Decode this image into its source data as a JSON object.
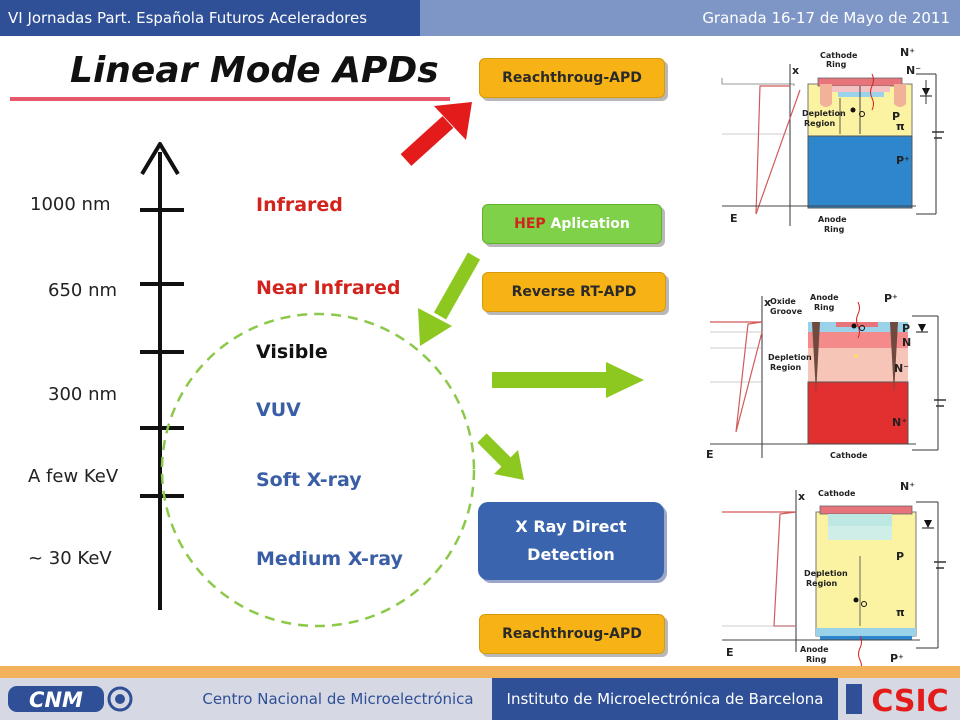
{
  "header": {
    "left": "VI Jornadas Part. Española Futuros Aceleradores",
    "right": "Granada 16-17 de Mayo de 2011"
  },
  "title": "Linear Mode APDs",
  "scale": {
    "labels": [
      "1000 nm",
      "650 nm",
      "300 nm",
      "A few KeV",
      "~ 30 KeV"
    ]
  },
  "bands": {
    "infrared": "Infrared",
    "near_infrared": "Near Infrared",
    "visible": "Visible",
    "vuv": "VUV",
    "soft_xray": "Soft X-ray",
    "medium_xray": "Medium X-ray"
  },
  "boxes": {
    "reachthrough_top": "Reachthroug-APD",
    "hep_prefix": "HEP",
    "hep_rest": " Aplication",
    "reverse_rt": "Reverse RT-APD",
    "xray_line1": "X Ray Direct",
    "xray_line2": "Detection",
    "reachthrough_bottom": "Reachthroug-APD"
  },
  "diagram1": {
    "cathode": "Cathode",
    "ring": "Ring",
    "depletion": "Depletion",
    "region": "Region",
    "anode": "Anode",
    "anode_ring": "Ring",
    "n_plus": "N⁺",
    "n_minus": "N⁻",
    "p": "P",
    "pi": "π",
    "p_plus": "P⁺",
    "x": "x",
    "e": "E"
  },
  "diagram2": {
    "oxide": "Oxide",
    "groove": "Groove",
    "anode": "Anode",
    "ring": "Ring",
    "depletion": "Depletion",
    "region": "Region",
    "cathode": "Cathode",
    "p_plus": "P⁺",
    "p": "P",
    "n": "N",
    "n_minus": "N⁻",
    "n_plus": "N⁺",
    "x": "x",
    "e": "E"
  },
  "diagram3": {
    "cathode": "Cathode",
    "depletion": "Depletion",
    "region": "Region",
    "anode": "Anode",
    "ring": "Ring",
    "n_plus": "N⁺",
    "p": "P",
    "pi": "π",
    "p_plus": "P⁺",
    "x": "x",
    "e": "E"
  },
  "footer": {
    "left": "Centro Nacional de Microelectrónica",
    "right": "Instituto de Microelectrónica de Barcelona",
    "cnm_logo": "CNM",
    "csic_logo": "CSIC"
  },
  "colors": {
    "header_dark": "#2f4f96",
    "header_light": "#7e96c6",
    "accent_red": "#d2231d",
    "accent_blue": "#3a5ea6",
    "pill_orange": "#f7b316",
    "pill_green": "#7fd149",
    "arrow_green": "#8cc820",
    "arrow_red": "#e41b1b"
  }
}
